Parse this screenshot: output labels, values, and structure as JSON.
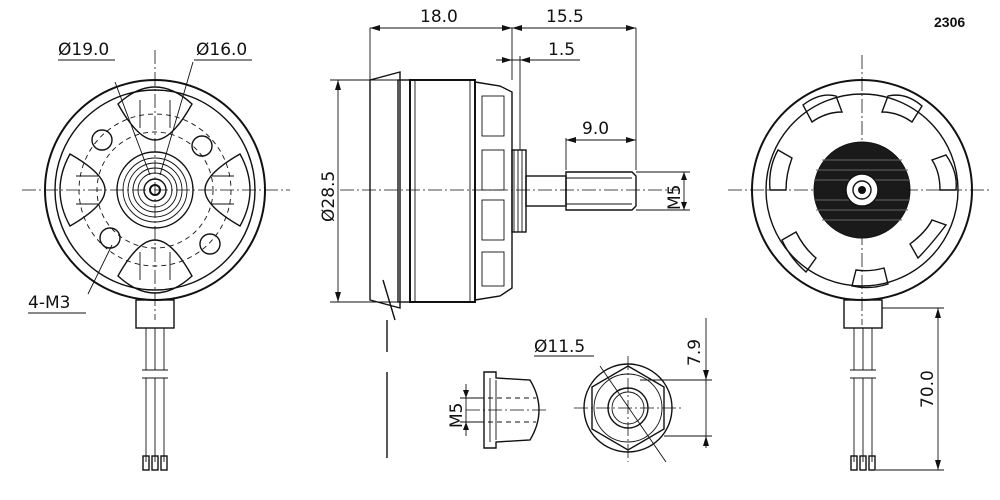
{
  "model": "2306",
  "front_view": {
    "dia_outer": "Ø19.0",
    "dia_inner": "Ø16.0",
    "holes": "4-M3"
  },
  "side_view": {
    "dim_body_len": "18.0",
    "dim_total_len": "15.5",
    "dim_gap": "1.5",
    "dim_shaft_len": "9.0",
    "dim_dia": "Ø28.5",
    "dim_thread": "M5"
  },
  "nut_view": {
    "dim_thread": "M5",
    "dim_dia": "Ø11.5",
    "dim_height": "7.9"
  },
  "back_view": {
    "dim_lead_len": "70.0"
  }
}
